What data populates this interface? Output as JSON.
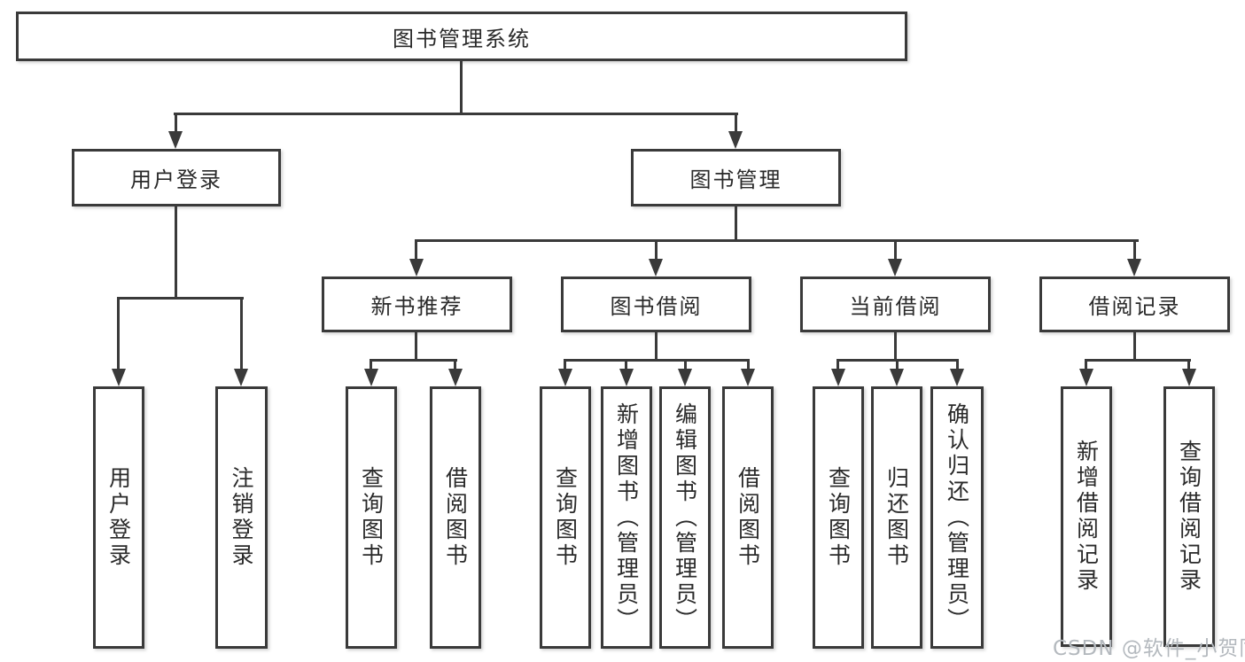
{
  "diagram_title": "图书管理系统",
  "tree": {
    "label": "图书管理系统",
    "children": [
      {
        "label": "用户登录",
        "children": [
          {
            "label": "用户登录"
          },
          {
            "label": "注销登录"
          }
        ]
      },
      {
        "label": "图书管理",
        "children": [
          {
            "label": "新书推荐",
            "children": [
              {
                "label": "查询图书"
              },
              {
                "label": "借阅图书"
              }
            ]
          },
          {
            "label": "图书借阅",
            "children": [
              {
                "label": "查询图书"
              },
              {
                "label": "新增图书（管理员）"
              },
              {
                "label": "编辑图书（管理员）"
              },
              {
                "label": "借阅图书"
              }
            ]
          },
          {
            "label": "当前借阅",
            "children": [
              {
                "label": "查询图书"
              },
              {
                "label": "归还图书"
              },
              {
                "label": "确认归还（管理员）"
              }
            ]
          },
          {
            "label": "借阅记录",
            "children": [
              {
                "label": "新增借阅记录"
              },
              {
                "label": "查询借阅记录"
              }
            ]
          }
        ]
      }
    ]
  },
  "watermark": {
    "text": "CSDN @软件_小贺同学",
    "color": "#b4b9be"
  },
  "colors": {
    "line": "#3a3a3a",
    "text": "#2a2a2a",
    "background": "#ffffff"
  }
}
